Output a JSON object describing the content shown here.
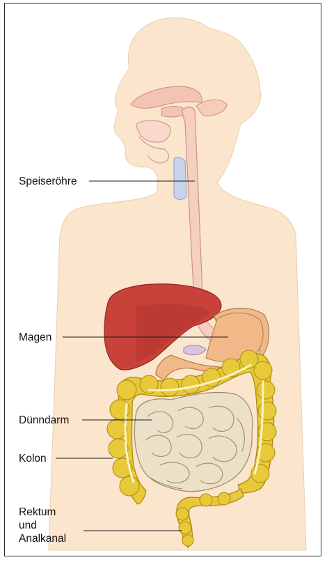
{
  "labels": {
    "esophagus": "Speiseröhre",
    "stomach": "Magen",
    "small_intestine": "Dünndarm",
    "colon": "Kolon",
    "rectum_line1": "Rektum",
    "rectum_line2": "und",
    "rectum_line3": "Analkanal"
  },
  "colors": {
    "skin": "#fbe5cd",
    "liver": "#c9423a",
    "esophagus": "#f6cfc0",
    "stomach": "#f0b987",
    "small_intestine": "#ece0c9",
    "colon": "#e8c93a",
    "trachea": "#c6d3ea"
  }
}
